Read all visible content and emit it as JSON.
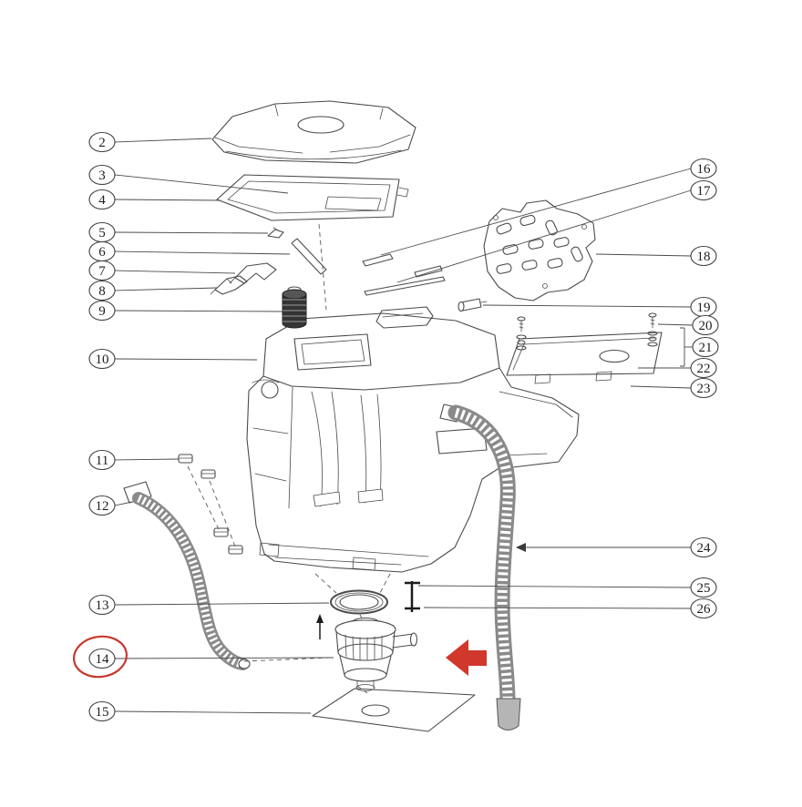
{
  "figure": {
    "kind": "exploded-parts-diagram",
    "background_color": "#ffffff",
    "line_color": "#4b4b4b",
    "highlight_color": "#c8382e"
  },
  "callouts": [
    {
      "label": "2"
    },
    {
      "label": "3"
    },
    {
      "label": "4"
    },
    {
      "label": "5"
    },
    {
      "label": "6"
    },
    {
      "label": "7"
    },
    {
      "label": "8"
    },
    {
      "label": "9"
    },
    {
      "label": "10"
    },
    {
      "label": "11"
    },
    {
      "label": "12"
    },
    {
      "label": "13"
    },
    {
      "label": "14"
    },
    {
      "label": "15"
    },
    {
      "label": "16"
    },
    {
      "label": "17"
    },
    {
      "label": "18"
    },
    {
      "label": "19"
    },
    {
      "label": "20"
    },
    {
      "label": "21"
    },
    {
      "label": "22"
    },
    {
      "label": "23"
    },
    {
      "label": "24"
    },
    {
      "label": "25"
    },
    {
      "label": "26"
    }
  ],
  "annotations": {
    "highlighted_callout": "14",
    "red_arrow": {
      "direction": "left",
      "color": "#d0382c"
    }
  }
}
